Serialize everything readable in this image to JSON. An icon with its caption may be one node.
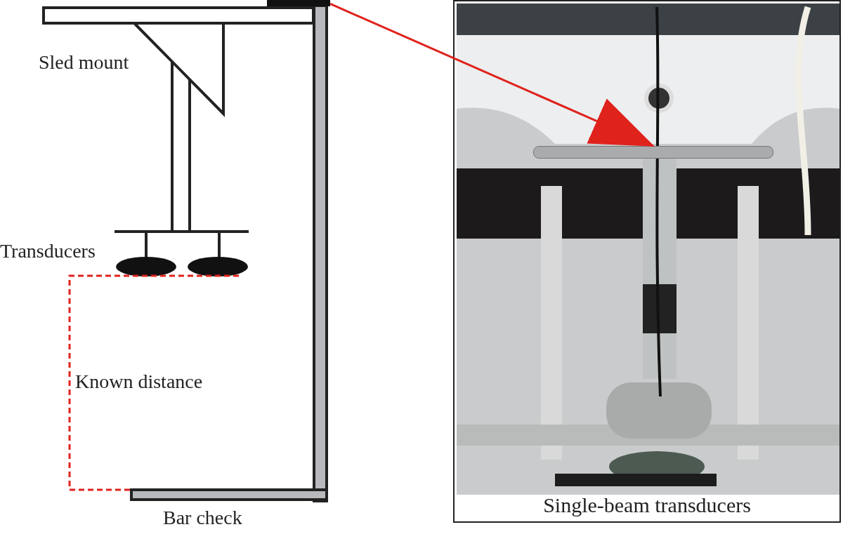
{
  "diagram": {
    "nodes": [
      {
        "text": [],
        "shape": "box"
      },
      {
        "text": [
          "Single-beam transducers"
        ]
      },
      {
        "text": [],
        "shape": "box",
        "in": 1
      }
    ],
    "edges": [
      {
        "from": 0,
        "to": 2,
        "arrow": "to"
      }
    ],
    "labels": [
      "Sled mount",
      "Transducers",
      "Known distance",
      "Bar check"
    ]
  }
}
